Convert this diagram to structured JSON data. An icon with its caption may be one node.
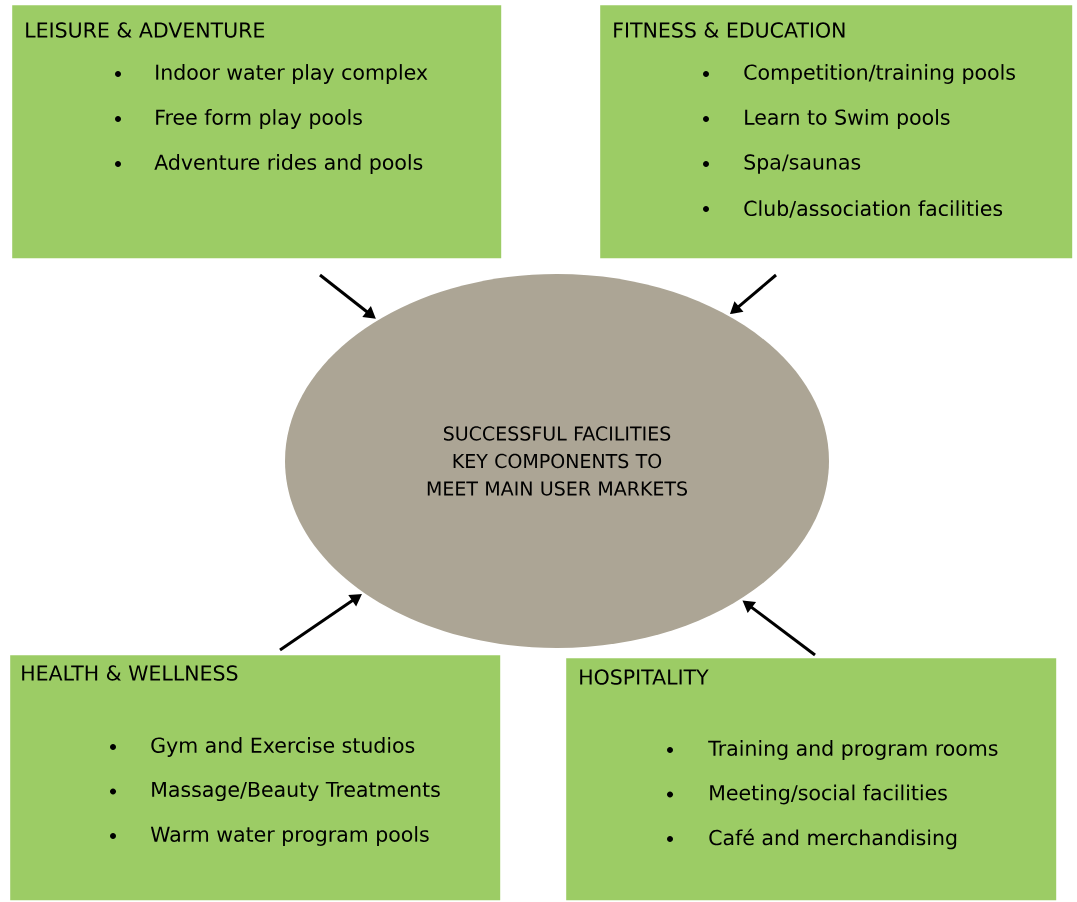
{
  "diagram": {
    "nodes": [
      {
        "text": [
          "LEISURE & ADVENTURE",
          "Indoor water play complex",
          "Free form play pools",
          "Adventure rides and pools"
        ]
      },
      {
        "text": [
          "FITNESS & EDUCATION",
          "Competition/training pools",
          "Learn to Swim pools",
          "Spa/saunas",
          "Club/association facilities"
        ]
      },
      {
        "text": [
          "SUCCESSFUL FACILITIES KEY COMPONENTS TO MEET MAIN USER MARKETS"
        ]
      },
      {
        "text": [
          "HEALTH & WELLNESS",
          "Gym and Exercise studios",
          "Massage/Beauty Treatments",
          "Warm water program pools"
        ]
      },
      {
        "text": [
          "HOSPITALITY",
          "Training and program rooms",
          "Meeting/social facilities",
          "Café and merchandising"
        ]
      }
    ],
    "edges": [
      {
        "from": 0,
        "to": 2,
        "arrow": "to"
      },
      {
        "from": 1,
        "to": 2,
        "arrow": "to"
      },
      {
        "from": 3,
        "to": 2,
        "arrow": "to"
      },
      {
        "from": 4,
        "to": 2,
        "arrow": "to"
      }
    ]
  }
}
